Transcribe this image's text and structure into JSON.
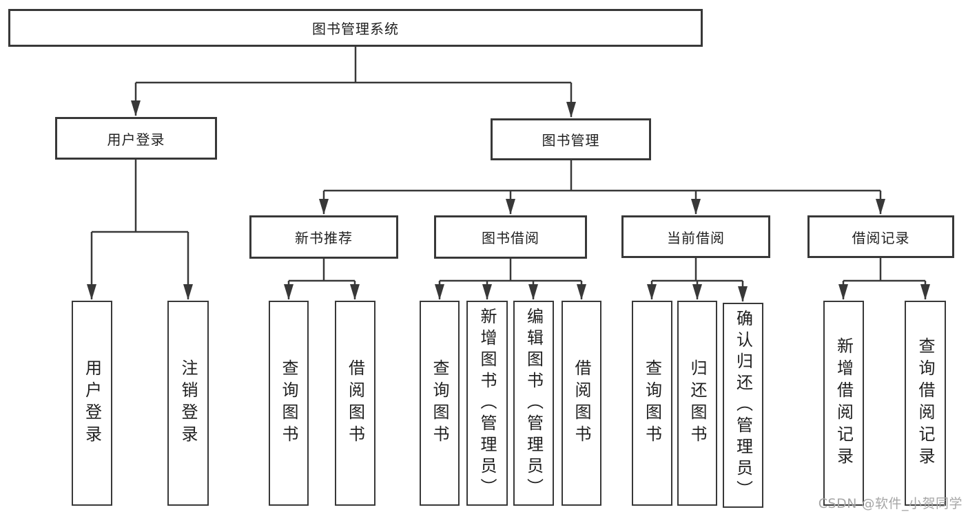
{
  "diagram": {
    "root": {
      "label": "图书管理系统"
    },
    "level2": {
      "user_login": {
        "label": "用户登录"
      },
      "book_management": {
        "label": "图书管理"
      }
    },
    "level3": {
      "new_book_recommend": {
        "label": "新书推荐"
      },
      "book_borrow": {
        "label": "图书借阅"
      },
      "current_borrow": {
        "label": "当前借阅"
      },
      "borrow_record": {
        "label": "借阅记录"
      }
    },
    "leaves": {
      "user_login": [
        "用户登录",
        "注销登录"
      ],
      "new_book_recommend": [
        "查询图书",
        "借阅图书"
      ],
      "book_borrow": [
        "查询图书",
        "新增图书（管理员）",
        "编辑图书（管理员）",
        "借阅图书"
      ],
      "current_borrow": [
        "查询图书",
        "归还图书",
        "确认归还（管理员）"
      ],
      "borrow_record": [
        "新增借阅记录",
        "查询借阅记录"
      ]
    }
  },
  "watermark": "CSDN @软件_小贺同学",
  "colors": {
    "line": "#383838",
    "background": "#ffffff",
    "text": "#1f1f1f",
    "watermark": "#a6a6a6"
  }
}
